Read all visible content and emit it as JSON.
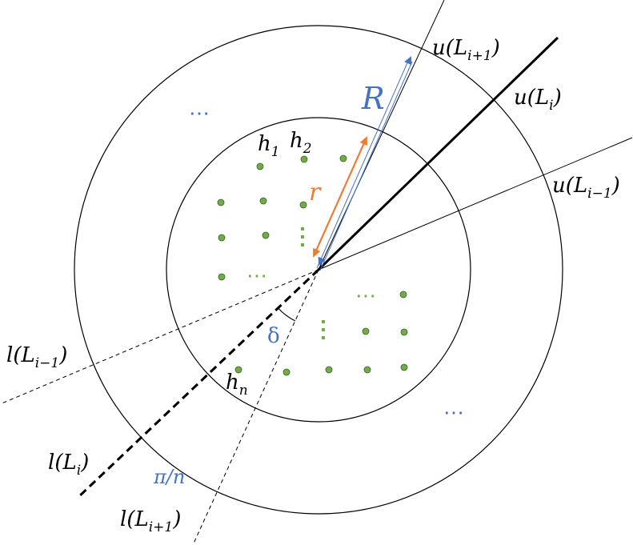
{
  "labels": {
    "u_next": {
      "fn": "u(L",
      "sub": "i+1",
      "close": ")"
    },
    "u_cur": {
      "fn": "u(L",
      "sub": "i",
      "close": ")"
    },
    "u_prev": {
      "fn": "u(L",
      "sub": "i−1",
      "close": ")"
    },
    "l_prev": {
      "fn": "l(L",
      "sub": "i−1",
      "close": ")"
    },
    "l_cur": {
      "fn": "l(L",
      "sub": "i",
      "close": ")"
    },
    "l_next": {
      "fn": "l(L",
      "sub": "i+1",
      "close": ")"
    },
    "R": "R",
    "r": "r",
    "delta": "δ",
    "pi_over_n": "π/n",
    "h1": {
      "base": "h",
      "sub": "1"
    },
    "h2": {
      "base": "h",
      "sub": "2"
    },
    "hn": {
      "base": "h",
      "sub": "n"
    },
    "ellipsis_outer_1": "⋯",
    "ellipsis_outer_2": "⋯",
    "ellipsis_green_1": "⋯",
    "ellipsis_green_2": "⋯"
  },
  "colors": {
    "line": "#000000",
    "R_arrow": "#4472c4",
    "r_arrow": "#ed7d31",
    "points": "#70ad47",
    "point_stroke": "#3b5e24"
  }
}
